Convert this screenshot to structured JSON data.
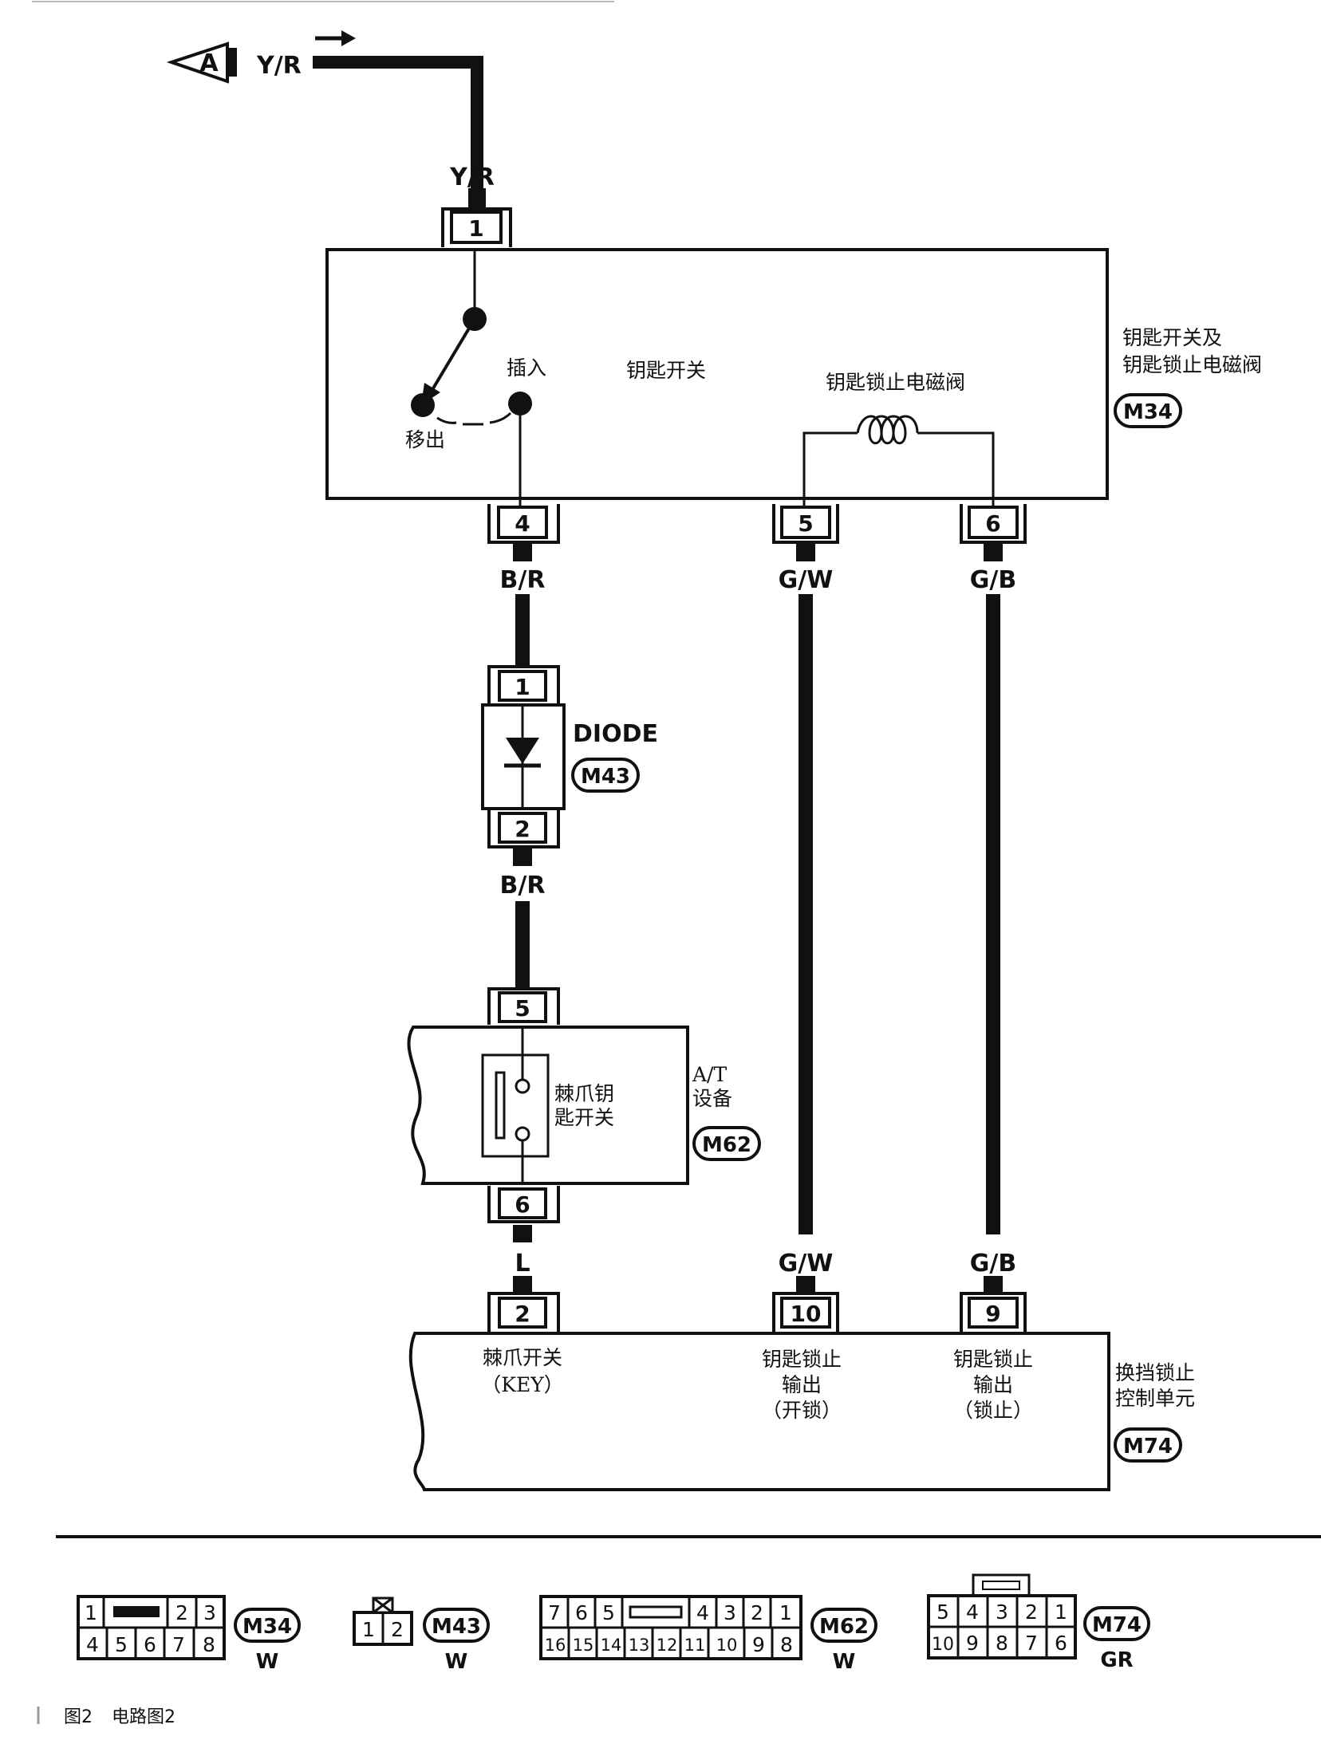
{
  "wire_colors": {
    "top": "Y/R",
    "pin4": "B/R",
    "pin5": "G/W",
    "pin6": "G/B",
    "diode_out": "B/R",
    "m62_out": "L",
    "m74_10": "G/W",
    "m74_9": "G/B"
  },
  "arrow_ref": "A",
  "m34": {
    "name_line1": "钥匙开关及",
    "name_line2": "钥匙锁止电磁阀",
    "code": "M34",
    "switch_label": "钥匙开关",
    "insert": "插入",
    "remove": "移出",
    "solenoid": "钥匙锁止电磁阀",
    "pins": [
      "1",
      "4",
      "5",
      "6"
    ]
  },
  "m43": {
    "name": "DIODE",
    "code": "M43",
    "pins": [
      "1",
      "2"
    ]
  },
  "m62": {
    "name_line1": "A/T",
    "name_line2": "设备",
    "code": "M62",
    "switch_line1": "棘爪钥",
    "switch_line2": "匙开关",
    "pins": [
      "5",
      "6"
    ]
  },
  "m74": {
    "name_line1": "换挡锁止",
    "name_line2": "控制单元",
    "code": "M74",
    "pins": [
      "2",
      "10",
      "9"
    ],
    "t2_line1": "棘爪开关",
    "t2_line2": "（KEY）",
    "t10_line1": "钥匙锁止",
    "t10_line2": "输出",
    "t10_line3": "（开锁）",
    "t9_line1": "钥匙锁止",
    "t9_line2": "输出",
    "t9_line3": "（锁止）"
  },
  "legend": {
    "m34": {
      "code": "M34",
      "color": "W",
      "top": [
        "1",
        "",
        "2",
        "3"
      ],
      "bottom": [
        "4",
        "5",
        "6",
        "7",
        "8"
      ]
    },
    "m43": {
      "code": "M43",
      "color": "W",
      "cells": [
        "1",
        "2"
      ]
    },
    "m62": {
      "code": "M62",
      "color": "W",
      "top": [
        "7",
        "6",
        "5",
        "",
        "4",
        "3",
        "2",
        "1"
      ],
      "bottom": [
        "16",
        "15",
        "14",
        "13",
        "12",
        "11",
        "10",
        "9",
        "8"
      ]
    },
    "m74": {
      "code": "M74",
      "color": "GR",
      "top": [
        "5",
        "4",
        "3",
        "2",
        "1"
      ],
      "bottom": [
        "10",
        "9",
        "8",
        "7",
        "6"
      ]
    }
  },
  "caption": {
    "fig": "图2",
    "title": "电路图2"
  }
}
